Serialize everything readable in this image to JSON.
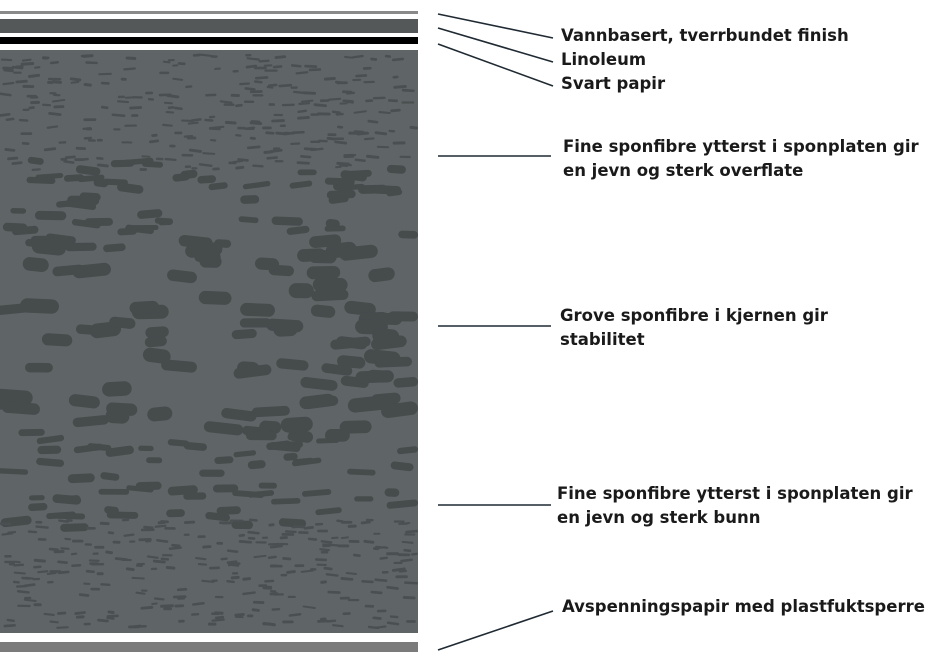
{
  "labels": {
    "finish": "Vannbasert, tverrbundet finish",
    "linoleum": "Linoleum",
    "black_paper": "Svart papir",
    "fine_top_line1": "Fine sponfibre ytterst i sponplaten gir",
    "fine_top_line2": "en jevn og sterk overflate",
    "coarse_line1": "Grove sponfibre i kjernen gir",
    "coarse_line2": "stabilitet",
    "fine_bottom_line1": "Fine sponfibre ytterst i sponplaten gir",
    "fine_bottom_line2": "en jevn og sterk bunn",
    "balance_paper": "Avspenningspapir med plastfuktsperre"
  },
  "colors": {
    "board": "#5f6566",
    "fine_fiber": "#4a5051",
    "coarse_fiber": "#464b4c",
    "finish_layer": "#8a8a8a",
    "linoleum_layer": "#555859",
    "black_paper_layer": "#000000",
    "balance_layer": "#7b7b7b",
    "leader_line": "#1f2a33"
  }
}
